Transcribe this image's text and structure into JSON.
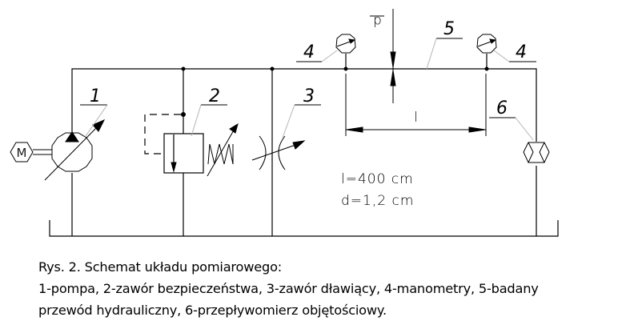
{
  "diagram": {
    "components": [
      {
        "number": "1",
        "name": "pompa"
      },
      {
        "number": "2",
        "name": "zawór bezpieczeństwa"
      },
      {
        "number": "3",
        "name": "zawór dławiący"
      },
      {
        "number": "4",
        "name": "manometry"
      },
      {
        "number": "5",
        "name": "badany przewód hydrauliczny"
      },
      {
        "number": "6",
        "name": "przepływomierz objętościowy"
      }
    ],
    "labels": {
      "pump": "1",
      "relief_valve": "2",
      "throttle_valve": "3",
      "gauge_left": "4",
      "gauge_right": "4",
      "hose": "5",
      "flowmeter": "6"
    },
    "motor_label": "M",
    "diameter_symbol": "d",
    "length_symbol": "l",
    "parameters": {
      "length": "l=400  cm",
      "diameter": "d=1,2  cm"
    }
  },
  "caption": {
    "line1": "Rys. 2. Schemat układu pomiarowego:",
    "line2": "1-pompa, 2-zawór bezpieczeństwa, 3-zawór dławiący, 4-manometry, 5-badany",
    "line3": "przewód hydrauliczny, 6-przepływomierz objętościowy."
  }
}
